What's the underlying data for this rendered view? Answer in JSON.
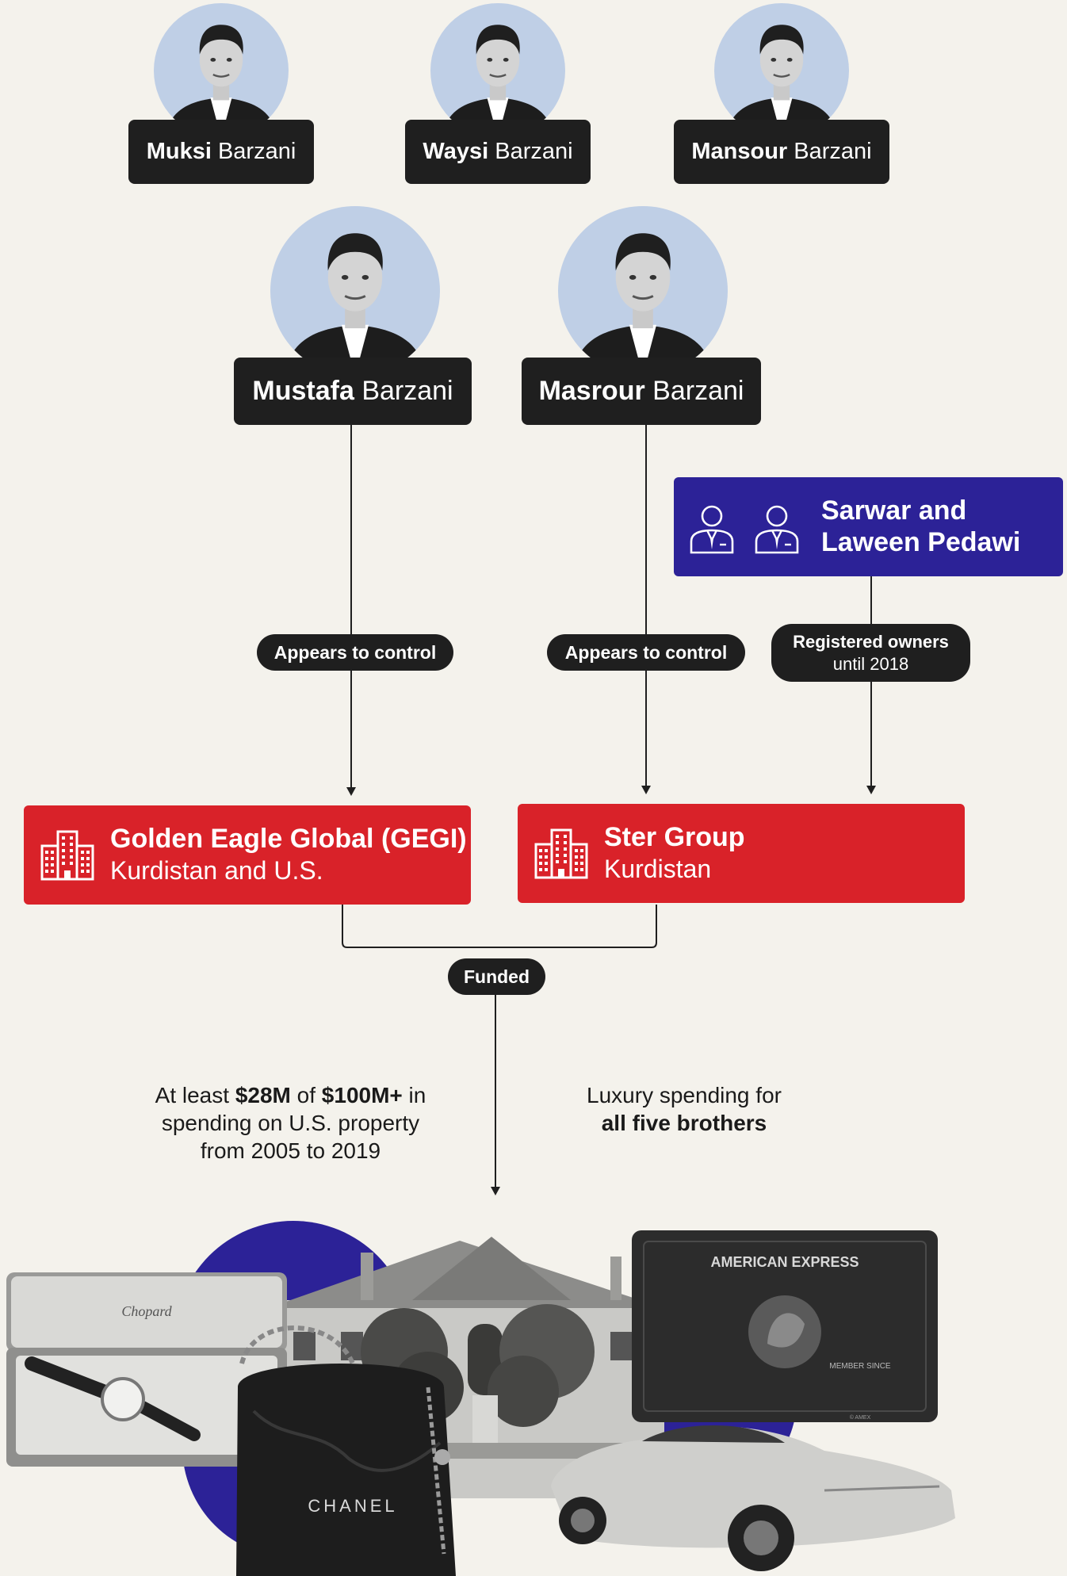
{
  "people_top": [
    {
      "first": "Muksi",
      "last": "Barzani"
    },
    {
      "first": "Waysi",
      "last": "Barzani"
    },
    {
      "first": "Mansour",
      "last": "Barzani"
    }
  ],
  "people_main": [
    {
      "first": "Mustafa",
      "last": "Barzani"
    },
    {
      "first": "Masrour",
      "last": "Barzani"
    }
  ],
  "owners": {
    "line1": "Sarwar and",
    "line2": "Laween Pedawi"
  },
  "relations": {
    "mustafa": "Appears to control",
    "masrour": "Appears to control",
    "registered_line1": "Registered owners",
    "registered_line2": "until 2018",
    "funded": "Funded"
  },
  "companies": [
    {
      "title": "Golden Eagle Global (GEGI)",
      "sub": "Kurdistan and U.S."
    },
    {
      "title": "Ster Group",
      "sub": "Kurdistan"
    }
  ],
  "captions": {
    "left_pre": "At least ",
    "left_b1": "$28M",
    "left_mid": " of ",
    "left_b2": "$100M+",
    "left_post": " in",
    "left_line2": "spending on U.S. property",
    "left_line3": "from 2005 to 2019",
    "right_line1": "Luxury spending for",
    "right_line2": "all five brothers"
  },
  "images": {
    "watch_brand": "Chopard",
    "card_brand": "AMERICAN EXPRESS",
    "card_small": "MEMBER SINCE",
    "card_amex": "© AMEX",
    "bag_brand": "CHANEL"
  },
  "colors": {
    "background": "#f4f2ec",
    "dark": "#1f1f1f",
    "company_red": "#d92229",
    "owners_purple": "#2c2297",
    "avatar_blue": "#bfcfe6",
    "circle_purple": "#2c2297"
  }
}
